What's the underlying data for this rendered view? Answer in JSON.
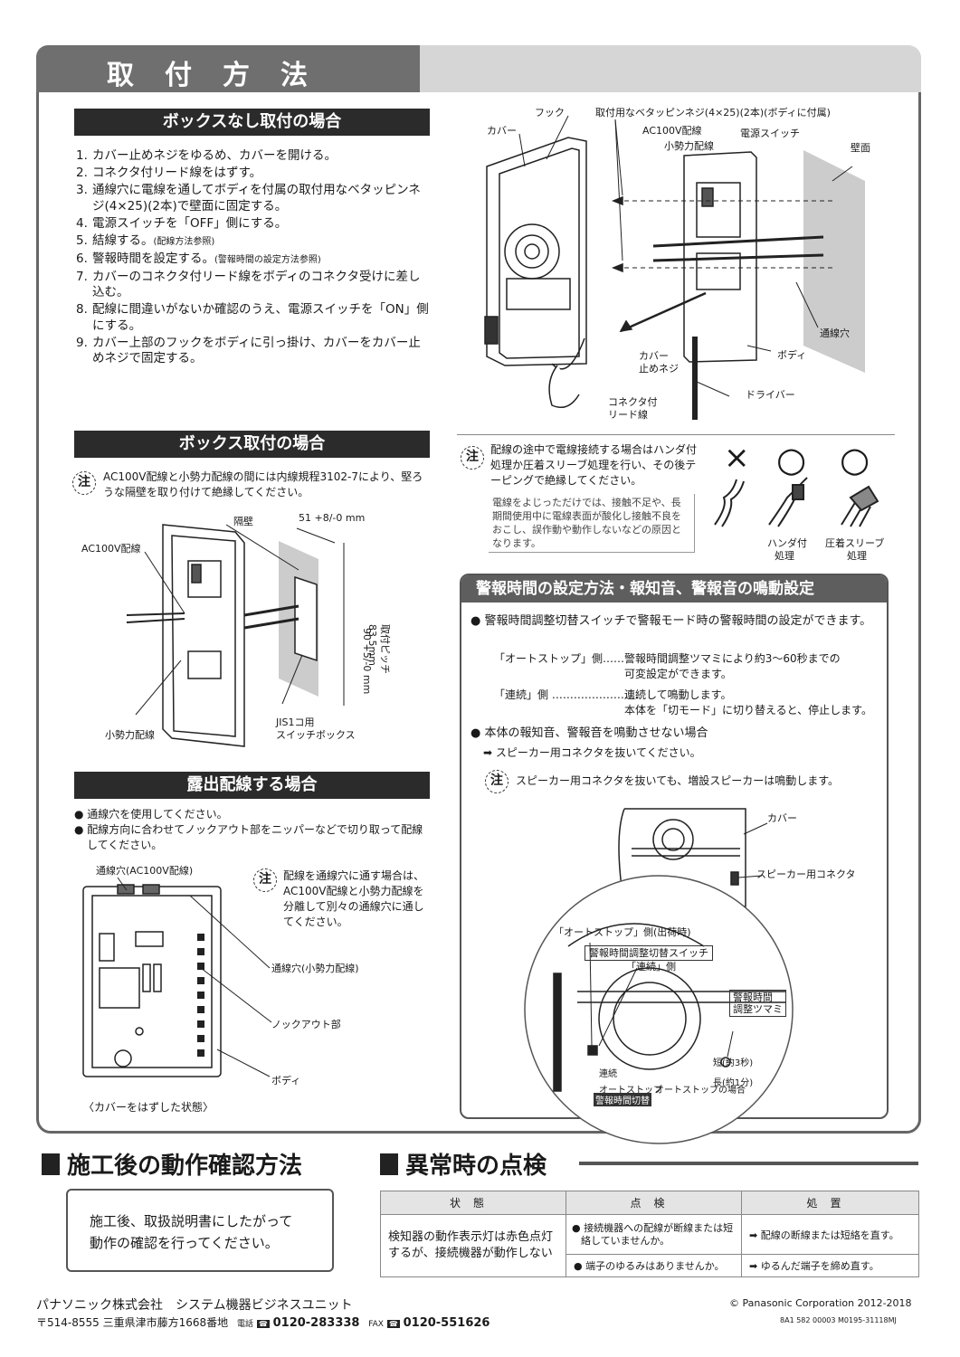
{
  "page_title": "取付方法",
  "no_box": {
    "heading": "ボックスなし取付の場合",
    "steps": [
      {
        "n": "1.",
        "text": "カバー止めネジをゆるめ、カバーを開ける。",
        "sub": ""
      },
      {
        "n": "2.",
        "text": "コネクタ付リード線をはずす。",
        "sub": ""
      },
      {
        "n": "3.",
        "text": "通線穴に電線を通してボディを付属の取付用なベタッピンネジ(4×25)(2本)で壁面に固定する。",
        "sub": ""
      },
      {
        "n": "4.",
        "text": "電源スイッチを「OFF」側にする。",
        "sub": ""
      },
      {
        "n": "5.",
        "text": "結線する。",
        "sub": "(配線方法参照)"
      },
      {
        "n": "6.",
        "text": "警報時間を設定する。",
        "sub": "(警報時間の設定方法参照)"
      },
      {
        "n": "7.",
        "text": "カバーのコネクタ付リード線をボディのコネクタ受けに差し込む。",
        "sub": ""
      },
      {
        "n": "8.",
        "text": "配線に間違いがないか確認のうえ、電源スイッチを「ON」側にする。",
        "sub": ""
      },
      {
        "n": "9.",
        "text": "カバー上部のフックをボディに引っ掛け、カバーをカバー止めネジで固定する。",
        "sub": ""
      }
    ]
  },
  "diagram1": {
    "labels": {
      "hook": "フック",
      "screw": "取付用なベタッピンネジ(4×25)(2本)(ボディに付属)",
      "cover": "カバー",
      "ac": "AC100V配線",
      "small_power": "小勢力配線",
      "power_switch": "電源スイッチ",
      "wall": "壁面",
      "wire_hole": "通線穴",
      "body": "ボディ",
      "cover_screw_1": "カバー",
      "cover_screw_2": "止めネジ",
      "driver": "ドライバー",
      "lead_1": "コネクタ付",
      "lead_2": "リード線"
    }
  },
  "box_mount": {
    "heading": "ボックス取付の場合",
    "note": "AC100V配線と小勢力配線の間には内線規程3102-7により、堅ろうな隔壁を取り付けて絶縁してください。",
    "labels": {
      "partition": "隔壁",
      "dim_w": "51 +8/-0 mm",
      "ac": "AC100V配線",
      "dim_h": "90 +5/-0 mm",
      "pitch_1": "取付ピッチ",
      "pitch_2": "83.5mm",
      "small_power": "小勢力配線",
      "jis_1": "JIS1コ用",
      "jis_2": "スイッチボックス"
    }
  },
  "exposed": {
    "heading": "露出配線する場合",
    "bullets": [
      "通線穴を使用してください。",
      "配線方向に合わせてノックアウト部をニッパーなどで切り取って配線してください。"
    ],
    "note": "配線を通線穴に通す場合は、AC100V配線と小勢力配線を分離して別々の通線穴に通してください。",
    "labels": {
      "hole_ac": "通線穴(AC100V配線)",
      "hole_small": "通線穴(小勢力配線)",
      "knockout": "ノックアウト部",
      "body": "ボディ",
      "caption": "〈カバーをはずした状態〉"
    }
  },
  "splice": {
    "note": "配線の途中で電線接続する場合はハンダ付処理か圧着スリーブ処理を行い、その後テーピングで絶縁してください。",
    "warning": "電線をよじっただけでは、接触不足や、長期間使用中に電線表面が酸化し接触不良をおこし、誤作動や動作しないなどの原因となります。",
    "marks": [
      "×",
      "○",
      "○"
    ],
    "labels": {
      "solder_1": "ハンダ付",
      "solder_2": "処理",
      "sleeve_1": "圧着スリーブ",
      "sleeve_2": "処理"
    }
  },
  "alarm_setting": {
    "heading": "警報時間の設定方法・報知音、警報音の鳴動設定",
    "bullet1": "警報時間調整切替スイッチで警報モード時の警報時間の設定ができます。",
    "rows": [
      {
        "key": "「オートストップ」側……",
        "val1": "警報時間調整ツマミにより約3～60秒までの",
        "val2": "可変設定ができます。"
      },
      {
        "key": "「連続」側 ……………………",
        "val1": "連続して鳴動します。",
        "val2": "本体を「切モード」に切り替えると、停止します。"
      }
    ],
    "bullet2": "本体の報知音、警報音を鳴動させない場合",
    "arrow_text": "スピーカー用コネクタを抜いてください。",
    "note": "スピーカー用コネクタを抜いても、増設スピーカーは鳴動します。",
    "labels": {
      "cover": "カバー",
      "speaker_connector": "スピーカー用コネクタ",
      "autostop_ship": "「オートストップ」側(出荷時)",
      "switch": "警報時間調整切替スイッチ",
      "continuous": "「連続」側",
      "knob_1": "警報時間",
      "knob_2": "調整ツマミ",
      "short": "短(約3秒)",
      "long": "長(約1分)",
      "renzoku": "連続",
      "autostop": "オートストップ",
      "autostop_case": "オートストップの場合",
      "switch_small": "警報時間切替"
    }
  },
  "check": {
    "heading": "施工後の動作確認方法",
    "text1": "施工後、取扱説明書にしたがって",
    "text2": "動作の確認を行ってください。"
  },
  "trouble": {
    "heading": "異常時の点検",
    "columns": [
      "状態",
      "点検",
      "処置"
    ],
    "state": "検知器の動作表示灯は赤色点灯するが、接続機器が動作しない",
    "rows": [
      {
        "check": "接続機器への配線が断線または短絡していませんか。",
        "action": "配線の断線または短絡を直す。"
      },
      {
        "check": "端子のゆるみはありませんか。",
        "action": "ゆるんだ端子を締め直す。"
      }
    ]
  },
  "footer": {
    "company": "パナソニック株式会社　システム機器ビジネスユニット",
    "address": "〒514-8555 三重県津市藤方1668番地",
    "tel_label": "電話",
    "tel": "0120-283338",
    "fax_label": "FAX",
    "fax": "0120-551626",
    "copyright": "© Panasonic Corporation 2012-2018",
    "code": "8A1 582 00003 M0195-31118MJ"
  }
}
